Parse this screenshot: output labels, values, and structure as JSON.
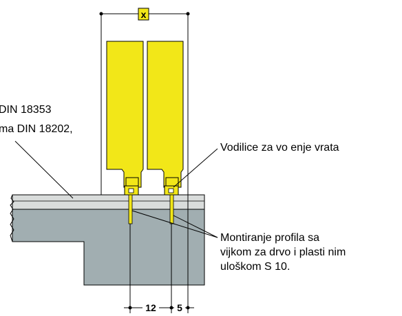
{
  "dimension_top": "x",
  "dimension_bottom_left": "12",
  "dimension_bottom_right": "5",
  "label_left_line1": "DIN 18353",
  "label_left_line2": "ma DIN 18202,",
  "label_guides": "Vodilice za vo  enje vrata",
  "label_mount_line1": "Montiranje profila sa",
  "label_mount_line2": "vijkom za drvo i plasti  nim",
  "label_mount_line3": "uloškom S 10.",
  "colors": {
    "door_panel": "#f2e718",
    "floor_screed": "#d9dcdb",
    "concrete": "#a1aeb1",
    "dim_box": "#f2e718"
  }
}
